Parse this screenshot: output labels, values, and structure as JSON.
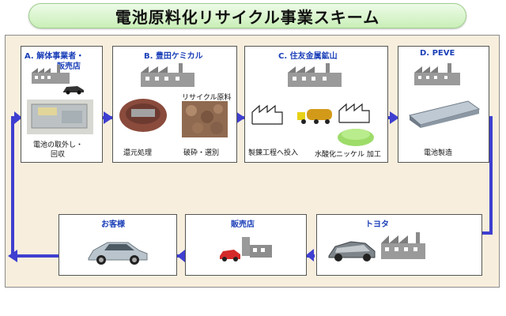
{
  "title": "電池原料化リサイクル事業スキーム",
  "boxes": {
    "a": {
      "label_line1": "A. 解体事業者・",
      "label_line2": "販売店",
      "caption_line1": "電池の取外し・",
      "caption_line2": "回収"
    },
    "b": {
      "label": "B. 豊田ケミカル",
      "material_label": "リサイクル原料",
      "caption_left": "還元処理",
      "caption_right": "破砕・選別"
    },
    "c": {
      "label": "C. 住友金属鉱山",
      "caption_left": "製錬工程へ投入",
      "caption_right": "水酸化ニッケル 加工"
    },
    "d": {
      "label": "D. PEVE",
      "caption": "電池製造"
    },
    "customer": {
      "label": "お客様"
    },
    "dealer": {
      "label": "販売店"
    },
    "toyota": {
      "label": "トヨタ"
    }
  },
  "colors": {
    "arrow": "#3e3fd0",
    "label": "#1a3fb8",
    "title_bg": "#c9efb8",
    "panel": "#f7eedd"
  }
}
